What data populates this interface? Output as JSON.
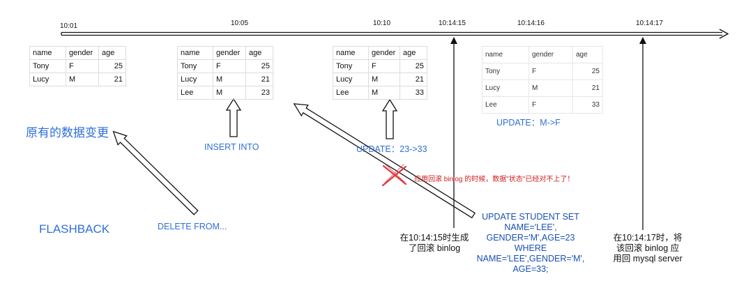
{
  "timeline": {
    "ticks": [
      "10:01",
      "10:05",
      "10:10",
      "10:14:15",
      "10:14:16",
      "10:14:17"
    ]
  },
  "tables": [
    {
      "headers": [
        "name",
        "gender",
        "age"
      ],
      "rows": [
        [
          "Tony",
          "F",
          "25"
        ],
        [
          "Lucy",
          "M",
          "21"
        ]
      ]
    },
    {
      "headers": [
        "name",
        "gender",
        "age"
      ],
      "rows": [
        [
          "Tony",
          "F",
          "25"
        ],
        [
          "Lucy",
          "M",
          "21"
        ],
        [
          "Lee",
          "M",
          "23"
        ]
      ]
    },
    {
      "headers": [
        "name",
        "gender",
        "age"
      ],
      "rows": [
        [
          "Tony",
          "F",
          "25"
        ],
        [
          "Lucy",
          "M",
          "21"
        ],
        [
          "Lee",
          "M",
          "33"
        ]
      ]
    },
    {
      "headers": [
        "name",
        "gender",
        "age"
      ],
      "rows": [
        [
          "Tony",
          "F",
          "25"
        ],
        [
          "Lucy",
          "M",
          "21"
        ],
        [
          "Lee",
          "F",
          "33"
        ]
      ]
    }
  ],
  "labels": {
    "original_change": "原有的数据变更",
    "flashback": "FLASHBACK",
    "insert_into": "INSERT INTO",
    "update_age": "UPDATE：23->33",
    "update_gender": "UPDATE：M->F",
    "delete_from": "DELETE FROM...",
    "warning": "应用回滚 binlog 的时候，数据\"状态\"已经对不上了！"
  },
  "notes": {
    "binlog_generated": [
      "在10:14:15时生成",
      "了回滚 binlog"
    ],
    "binlog_applied": [
      "在10:14:17时，将",
      "该回滚 binlog 应",
      "用回 mysql server"
    ]
  },
  "sql_statement": [
    "UPDATE STUDENT SET",
    "NAME='LEE',",
    "GENDER='M',AGE=23",
    "WHERE",
    "NAME='LEE',GENDER='M',",
    "AGE=33;"
  ],
  "colors": {
    "accent_blue": "#2f6fd6",
    "warning_red": "#d11d1d"
  }
}
